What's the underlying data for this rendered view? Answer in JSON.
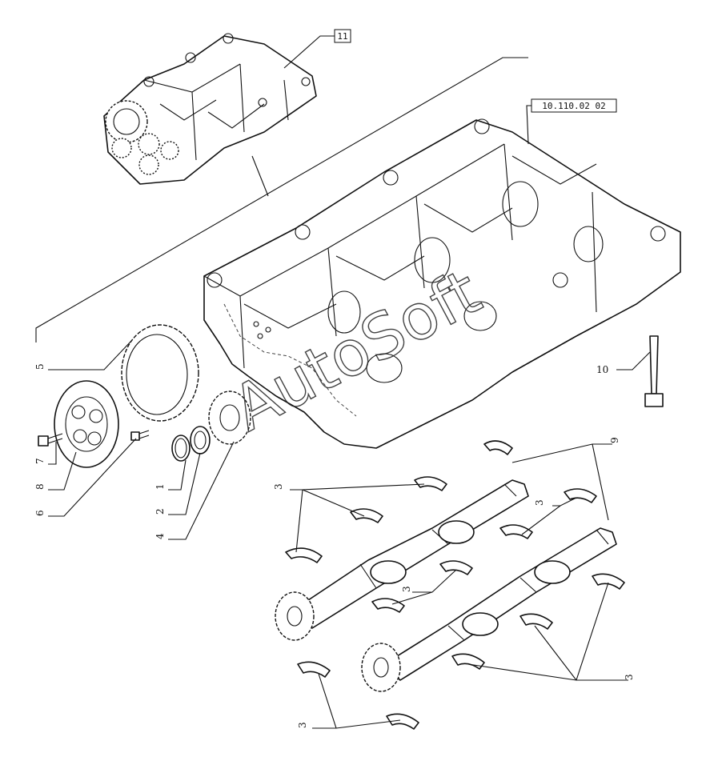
{
  "reference_boxes": {
    "small_housing": "11",
    "cam_housing": "10.110.02 02"
  },
  "watermark": "AutoSoft",
  "callouts": {
    "c5": "5",
    "c7": "7",
    "c8": "8",
    "c6": "6",
    "c1": "1",
    "c2": "2",
    "c4": "4",
    "c10": "10",
    "c9": "9",
    "c3a": "3",
    "c3b": "3",
    "c3c": "3",
    "c3d": "3",
    "c3e": "3"
  }
}
